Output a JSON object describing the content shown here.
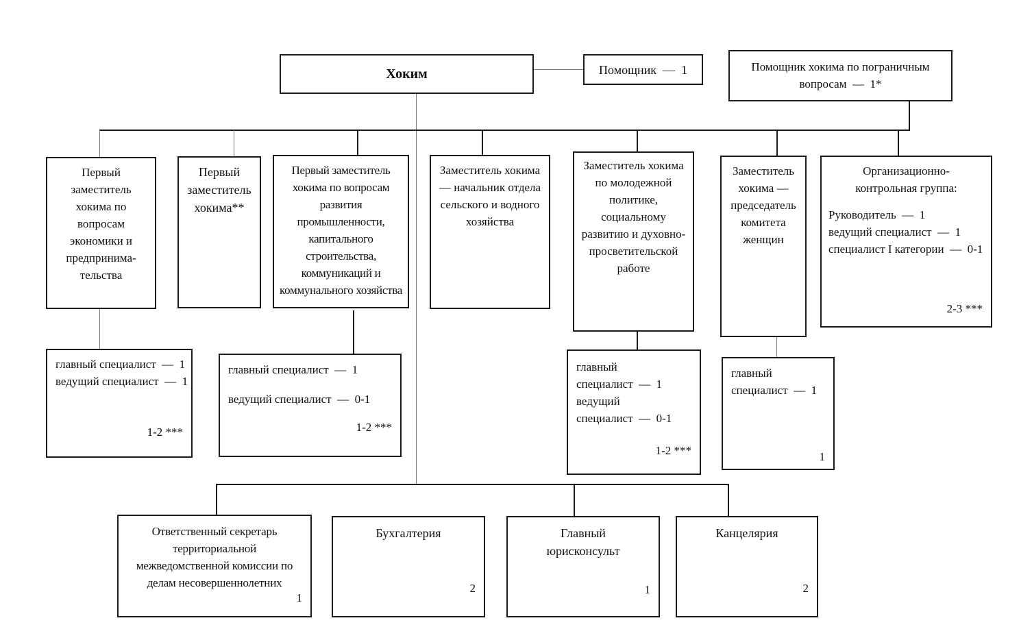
{
  "top": {
    "hokim": "Хоким",
    "assistant": "Помощник  —  1",
    "border_assistant": "Помощник хокима по пограничным вопросам  —  1*"
  },
  "deputies": {
    "d1": "Первый заместитель хокима по вопросам экономики и предпринима-тельства",
    "d2": "Первый заместитель хокима**",
    "d3": "Первый заместитель хокима по вопросам развития промышленности, капитального строительства, коммуникаций и коммунального хозяйства",
    "d4": "Заместитель хокима — начальник отдела сельского и водного хозяйства",
    "d5": "Заместитель хокима по молодежной политике, социальному развитию и духовно-просветительской работе",
    "d6": "Заместитель хокима — председатель комитета женщин",
    "d7": {
      "title": "Организационно-контрольная группа:",
      "lines": [
        "Руководитель  —  1",
        "ведущий специалист  —  1",
        "специалист I категории  —  0-1"
      ],
      "count": "2-3 ***"
    }
  },
  "staff": {
    "s1": {
      "lines": [
        "главный специалист  —  1",
        "ведущий специалист  —  1"
      ],
      "count": "1-2 ***"
    },
    "s3": {
      "lines": [
        "главный специалист  —  1",
        "ведущий специалист  —  0-1"
      ],
      "count": "1-2 ***"
    },
    "s5": {
      "lines": [
        "главный",
        "специалист  —  1",
        "ведущий",
        "специалист  —  0-1"
      ],
      "count": "1-2 ***"
    },
    "s6": {
      "lines": [
        "главный",
        "специалист  —  1"
      ],
      "count": "1"
    }
  },
  "bottom": {
    "b1": {
      "label": "Ответственный секретарь территориальной межведомственной комиссии по делам несовершеннолетних",
      "count": "1"
    },
    "b2": {
      "label": "Бухгалтерия",
      "count": "2"
    },
    "b3": {
      "label": "Главный юрисконсульт",
      "count": "1"
    },
    "b4": {
      "label": "Канцелярия",
      "count": "2"
    }
  }
}
